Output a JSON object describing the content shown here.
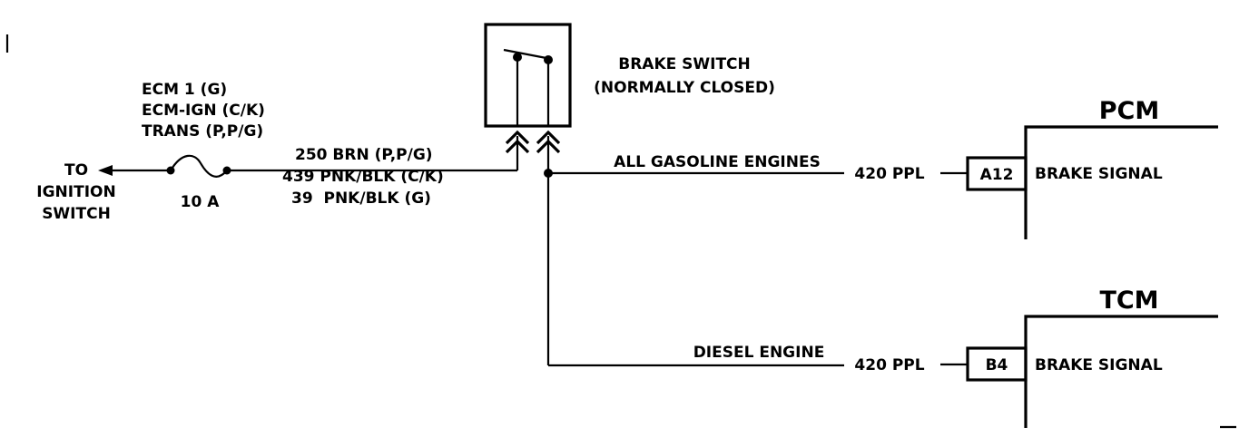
{
  "fuse": {
    "circuits": [
      "ECM 1 (G)",
      "ECM-IGN (C/K)",
      "TRANS (P,P/G)"
    ],
    "rating": "10 A"
  },
  "destination": [
    "TO",
    "IGNITION",
    "SWITCH"
  ],
  "input_wires": [
    "250 BRN (P,P/G)",
    "439 PNK/BLK (C/K)",
    "39  PNK/BLK (G)"
  ],
  "switch": {
    "name": "BRAKE SWITCH",
    "state": "(NORMALLY CLOSED)"
  },
  "branches": {
    "gasoline": {
      "label": "ALL GASOLINE ENGINES",
      "wire": "420 PPL"
    },
    "diesel": {
      "label": "DIESEL ENGINE",
      "wire": "420 PPL"
    }
  },
  "modules": {
    "pcm": {
      "name": "PCM",
      "pin": "A12",
      "signal": "BRAKE SIGNAL"
    },
    "tcm": {
      "name": "TCM",
      "pin": "B4",
      "signal": "BRAKE SIGNAL"
    }
  },
  "colors": {
    "ink": "#000000",
    "background": "#ffffff"
  }
}
